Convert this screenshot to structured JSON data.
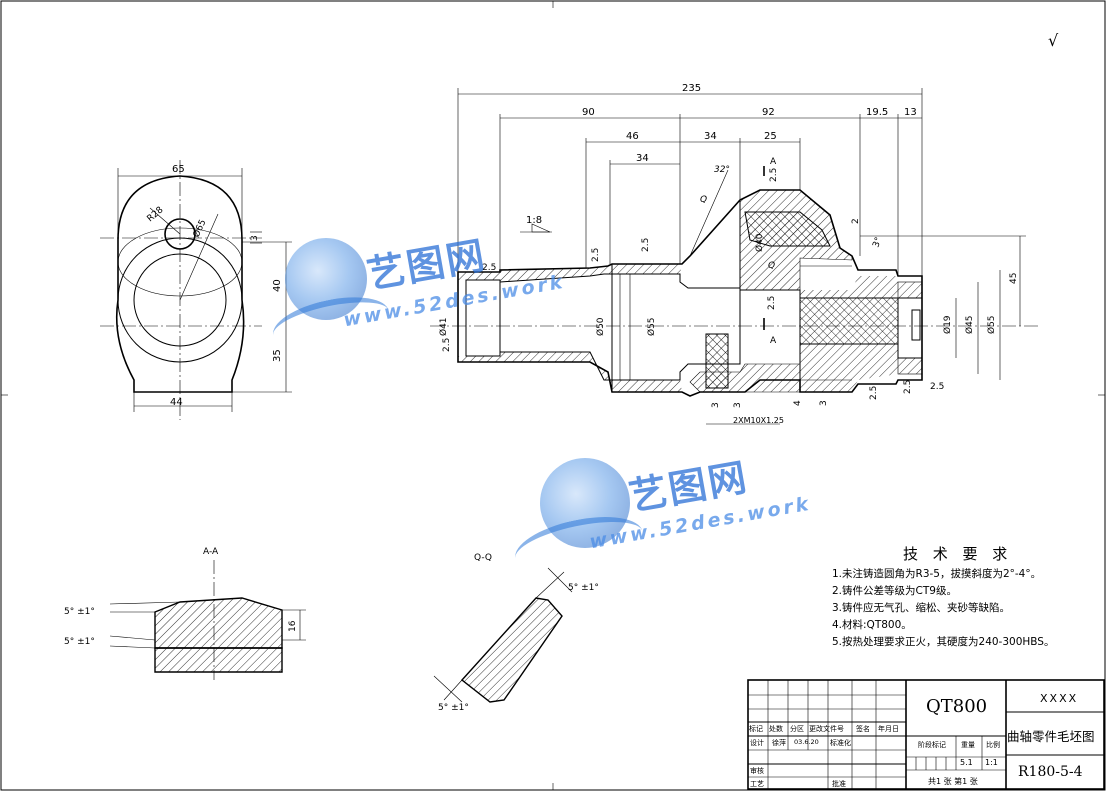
{
  "drawing": {
    "check_mark": "√",
    "dimensions": {
      "overall_length": "235",
      "d90": "90",
      "d92": "92",
      "d19_5": "19.5",
      "d13": "13",
      "d46": "46",
      "d34a": "34",
      "d25": "25",
      "d34b": "34",
      "angle32": "32°",
      "taper": "1:8",
      "d2_5": "2.5",
      "d2": "2",
      "d3": "3",
      "d4": "4",
      "angle3": "3°",
      "phi41": "Ø41",
      "phi50": "Ø50",
      "phi55": "Ø55",
      "phi40": "Ø40",
      "phi19": "Ø19",
      "phi45": "Ø45",
      "phi55b": "Ø55",
      "d45": "45",
      "thread": "2XM10X1.25",
      "side_width": "65",
      "side_40": "40",
      "side_35": "35",
      "side_44": "44",
      "side_3": "3",
      "r28": "R28",
      "phi65": "Ø65"
    },
    "section_marks": {
      "a": "A",
      "q": "Q"
    },
    "section_aa": {
      "title": "A-A",
      "angle1": "5° ±1°",
      "angle2": "5° ±1°",
      "height": "16"
    },
    "section_qq": {
      "title": "Q-Q",
      "angle1": "5° ±1°",
      "angle2": "5° ±1°"
    }
  },
  "watermark": {
    "cn": "艺图网",
    "en": "www.52des.work"
  },
  "tech_requirements": {
    "title": "技 术 要 求",
    "items": [
      "1.未注铸造圆角为R3-5，拔摸斜度为2°-4°。",
      "2.铸件公差等级为CT9级。",
      "3.铸件应无气孔、缩松、夹砂等缺陷。",
      "4.材料:QT800。",
      "5.按热处理要求正火，其硬度为240-300HBS。"
    ]
  },
  "title_block": {
    "material": "QT800",
    "company": "XXXX",
    "part_name": "曲轴零件毛坯图",
    "drawing_no": "R180-5-4",
    "headers": [
      "标记",
      "处数",
      "分区",
      "更改文件号",
      "签名",
      "年月日"
    ],
    "design_label": "设计",
    "designer": "徐萍",
    "date": "03.6.20",
    "standardize_label": "标准化",
    "stage_label": "阶段标记",
    "weight_label": "重量",
    "scale_label": "比例",
    "weight": "5.1",
    "scale": "1:1",
    "review_label": "审核",
    "process_label": "工艺",
    "approve_label": "批准",
    "sheets": "共1 张 第1 张"
  }
}
